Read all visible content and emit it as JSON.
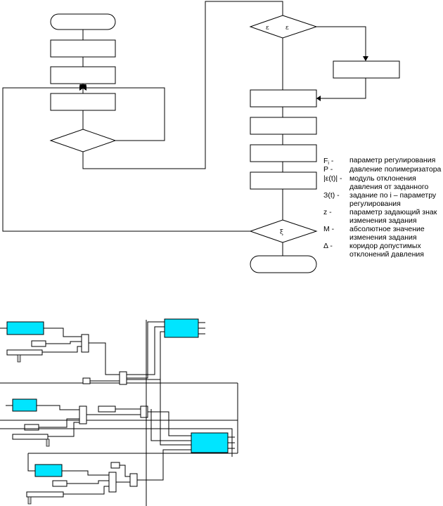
{
  "flowchart": {
    "decision_top_labels": [
      "ε",
      "ε"
    ],
    "decision_bottom_label": "ξ"
  },
  "legend": [
    {
      "sym": "F",
      "sub": "i",
      "suffix": " -",
      "desc": [
        "параметр регулирования"
      ]
    },
    {
      "sym": "P -",
      "sub": "",
      "suffix": "",
      "desc": [
        "давление полимеризатора"
      ]
    },
    {
      "sym": "|ε(t)| -",
      "sub": "",
      "suffix": "",
      "desc": [
        "модуль отклонения",
        "давления от заданного"
      ]
    },
    {
      "sym": "З(t) -",
      "sub": "",
      "suffix": "",
      "desc": [
        "задание по i – параметру",
        "регулирования"
      ]
    },
    {
      "sym": "z -",
      "sub": "",
      "suffix": "",
      "desc": [
        "параметр задающий знак",
        "изменения задания"
      ]
    },
    {
      "sym": "M -",
      "sub": "",
      "suffix": "",
      "desc": [
        "абсолютное значение",
        "изменения задания"
      ]
    },
    {
      "sym": "Δ -",
      "sub": "",
      "suffix": "",
      "desc": [
        " коридор допустимых",
        "отклонений давления"
      ]
    }
  ]
}
